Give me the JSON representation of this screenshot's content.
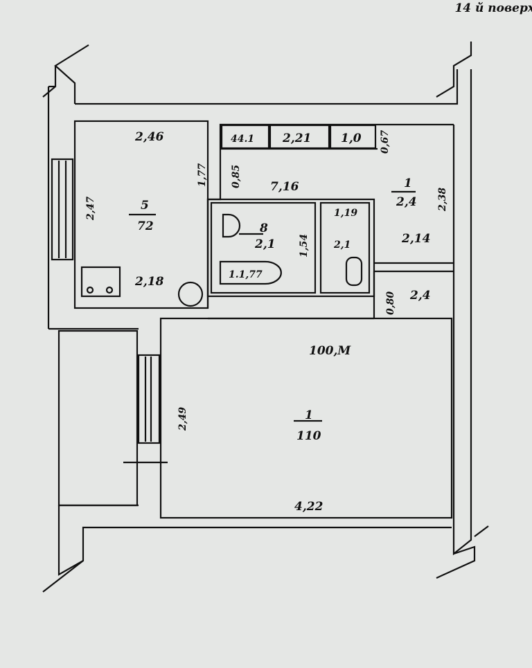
{
  "floor_label": "14 й поверх",
  "labels": {
    "kitchen_width": "2,46",
    "kitchen_height": "2,47",
    "kitchen_num": "5",
    "kitchen_area": "72",
    "kitchen_stove": "2,18",
    "door_w1": "1,77",
    "hall_w": "0,85",
    "closet1": "44.1",
    "closet2": "2,21",
    "closet3": "1,0",
    "closet_d": "0,67",
    "hall_len": "7,16",
    "hall_num": "1",
    "hall_area": "2,4",
    "hall_side": "2,38",
    "hall_w2": "2,14",
    "bath_num": "8",
    "bath_area": "2,1",
    "bath_h": "1,54",
    "bath_tub": "1.1,77",
    "wc_top": "1,19",
    "wc_area": "2,1",
    "entry": "2,4",
    "entry_side": "0,80",
    "room_note": "100,M",
    "room_num": "1",
    "room_area": "110",
    "room_h": "2,49",
    "room_w": "4,22"
  }
}
